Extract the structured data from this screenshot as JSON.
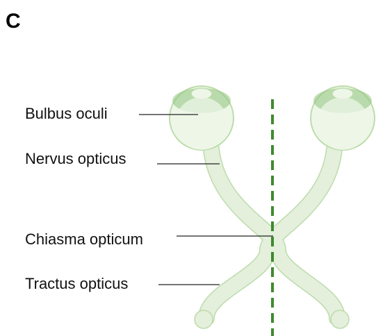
{
  "panel_letter": "C",
  "labels": {
    "bulbus_oculi": "Bulbus  oculi",
    "nervus_opticus": "Nervus opticus",
    "chiasma_opticum": "Chiasma opticum",
    "tractus_opticus": "Tractus opticus"
  },
  "colors": {
    "eye_fill": "#eef6e8",
    "eye_outline": "#bcdcab",
    "eye_accent": "#8ec27a",
    "nerve_fill": "#e4efdc",
    "midline": "#3f8a2e"
  }
}
